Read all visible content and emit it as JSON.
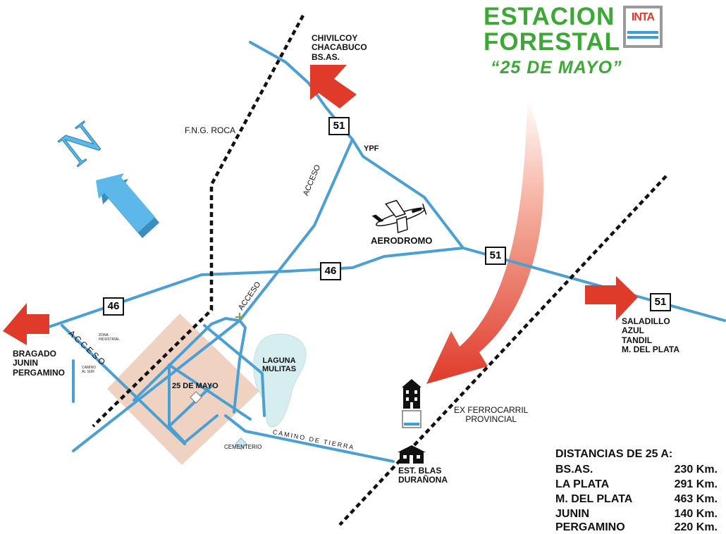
{
  "title": {
    "line1": "ESTACION",
    "line2": "FORESTAL",
    "subtitle": "“25 DE MAYO”"
  },
  "logo_text": "INTA",
  "north_letter": "N",
  "route_badges": {
    "r51_top": "51",
    "r51_mid": "51",
    "r51_right": "51",
    "r46_mid": "46",
    "r46_left": "46"
  },
  "labels": {
    "north_dest": "CHIVILCOY\nCHACABUCO\nBS.AS.",
    "railway_fng": "F.N.G. ROCA",
    "ypf": "YPF",
    "acceso_upper": "ACCESO",
    "acceso_lower": "ACCESO",
    "acceso_left": "ACCESO",
    "aerodromo": "AERODROMO",
    "west_dest": "BRAGADO\nJUNIN\nPERGAMINO",
    "east_dest": "SALADILLO\nAZUL\nTANDIL\nM. DEL PLATA",
    "laguna": "LAGUNA\nMULITAS",
    "city": "25 DE MAYO",
    "cementerio": "CEMENTERIO",
    "camino_tierra": "CAMINO DE TIERRA",
    "ex_ferrocarril": "EX FERROCARRIL\nPROVINCIAL",
    "estacion": "EST. BLAS\nDURAÑONA",
    "zona_industrial": "ZONA\nINDUSTRIAL",
    "camino_al_sur": "CAMINO\nAL SUR"
  },
  "distances": {
    "title": "DISTANCIAS DE 25 A:",
    "rows": [
      {
        "place": "BS.AS.",
        "km": "230 Km."
      },
      {
        "place": "LA PLATA",
        "km": "291 Km."
      },
      {
        "place": "M. DEL PLATA",
        "km": "463 Km."
      },
      {
        "place": "JUNIN",
        "km": "140 Km."
      },
      {
        "place": "PERGAMINO",
        "km": "220 Km."
      }
    ]
  },
  "colors": {
    "road": "#4a9fd4",
    "arrow_red": "#e03a2a",
    "north_arrow": "#5bb8e8",
    "title_green": "#3aaa35",
    "city_block": "#f0d2c2",
    "lagoon": "#d6eef0",
    "rail": "#111111"
  },
  "icons": {
    "plane": "airplane-icon",
    "building": "inta-building-icon",
    "station": "railway-station-icon"
  }
}
